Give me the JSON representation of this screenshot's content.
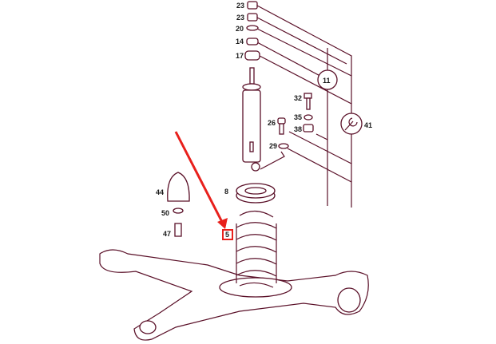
{
  "diagram": {
    "title": "Rear suspension spring and shock absorber parts diagram",
    "line_color": "#5a1028",
    "highlight_color": "#e8201c",
    "parts": {
      "p23a": "23",
      "p23b": "23",
      "p20": "20",
      "p14": "14",
      "p17": "17",
      "p32": "32",
      "p35": "35",
      "p38": "38",
      "p26": "26",
      "p29": "29",
      "p11": "11",
      "p41": "41",
      "p8": "8",
      "p44": "44",
      "p50": "50",
      "p47": "47",
      "p5": "5"
    }
  }
}
